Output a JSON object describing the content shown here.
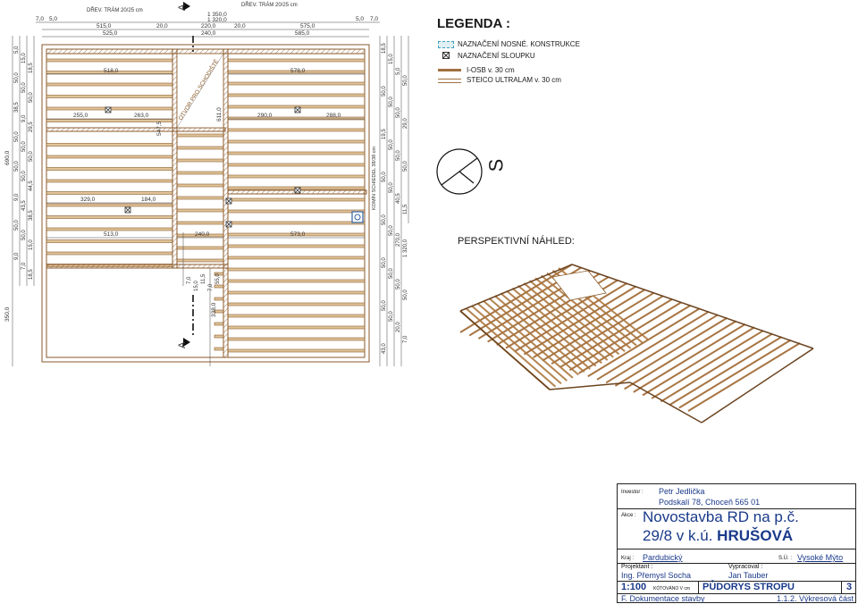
{
  "plan": {
    "beam_note_left": "DŘEV. TRÁM 20/25 cm",
    "beam_note_right": "DŘEV. TRÁM 20/25 cm",
    "section_mark": "A",
    "opening_label": "OTVOR PRO SCHODIŠTĚ",
    "chimney_label": "KOMÍN SCHIEDEL 38/38 cm",
    "top_dims": [
      "7,0",
      "5,0",
      "515,0",
      "525,0",
      "20,0",
      "1 350,0",
      "1 320,0",
      "220,0",
      "240,0",
      "20,0",
      "575,0",
      "585,0",
      "5,0",
      "7,0"
    ],
    "span_labels": [
      "518,0",
      "578,0",
      "255,0",
      "263,0",
      "290,0",
      "288,0",
      "329,0",
      "184,0",
      "513,0",
      "240,0",
      "573,0",
      "547,5",
      "611,0",
      "338,0",
      "350,0",
      "690,0"
    ],
    "left_dims": [
      "5,0",
      "15,0",
      "18,5",
      "50,0",
      "50,0",
      "50,0",
      "38,5",
      "9,0",
      "29,5",
      "50,0",
      "50,0",
      "50,0",
      "50,0",
      "50,0",
      "44,5",
      "9,0",
      "43,5",
      "38,5",
      "50,0",
      "50,0",
      "15,0",
      "9,0",
      "7,0",
      "18,5"
    ],
    "right_dims": [
      "18,5",
      "15,0",
      "5,0",
      "50,0",
      "50,0",
      "50,0",
      "50,0",
      "29,0",
      "19,5",
      "50,0",
      "50,0",
      "50,0",
      "50,0",
      "50,0",
      "40,5",
      "11,5",
      "50,0",
      "50,0",
      "270,0",
      "1 320,0",
      "50,0",
      "50,0",
      "50,0",
      "50,0",
      "50,0",
      "50,0",
      "20,0",
      "7,0",
      "43,0"
    ],
    "bottom_dims": [
      "7,0",
      "15,0",
      "11,5",
      "7,0",
      "55,0"
    ]
  },
  "legend": {
    "title": "LEGENDA :",
    "items": [
      {
        "text": "NAZNAČENÍ NOSNÉ. KONSTRUKCE",
        "icon": "hatched-rect-icon"
      },
      {
        "text": "NAZNAČENÍ SLOUPKU",
        "icon": "column-x-icon"
      },
      {
        "text": "I-OSB v. 30 cm",
        "icon": "brown-line-icon"
      },
      {
        "text": "STEICO ULTRALAM v. 30 cm",
        "icon": "double-line-icon"
      }
    ],
    "north_label": "S",
    "perspective_label": "PERSPEKTIVNÍ NÁHLED:"
  },
  "title_block": {
    "investor_label": "Investor :",
    "investor_name": "Petr Jedlička",
    "investor_address": "Podskalí 78, Choceň 565 01",
    "akce_label": "Akce :",
    "akce_line1": "Novostavba RD na p.č.",
    "akce_line2_prefix": "29/8  v k.ú.",
    "akce_line2_bold": "HRUŠOVÁ",
    "kraj_label": "Kraj :",
    "kraj_value": "Pardubický",
    "su_label": "S.Ú. :",
    "su_value": "Vysoké Mýto",
    "projektant_label": "Projektant :",
    "projektant_value": "Ing. Přemysl Socha",
    "vypracoval_label": "Vypracoval :",
    "vypracoval_value": "Jan Tauber",
    "scale": "1:100",
    "units": "KÓTOVÁNO V cm",
    "drawing_name": "PŮDORYS STROPU",
    "sheet_no": "3",
    "phase": "F. Dokumentace stavby",
    "section": "1.1.2. Výkresová část"
  },
  "colors": {
    "beam_fill": "#e0c49a",
    "beam_stroke": "#8a5a2b",
    "dim_line": "#444444",
    "title_text": "#1a3a8a"
  }
}
